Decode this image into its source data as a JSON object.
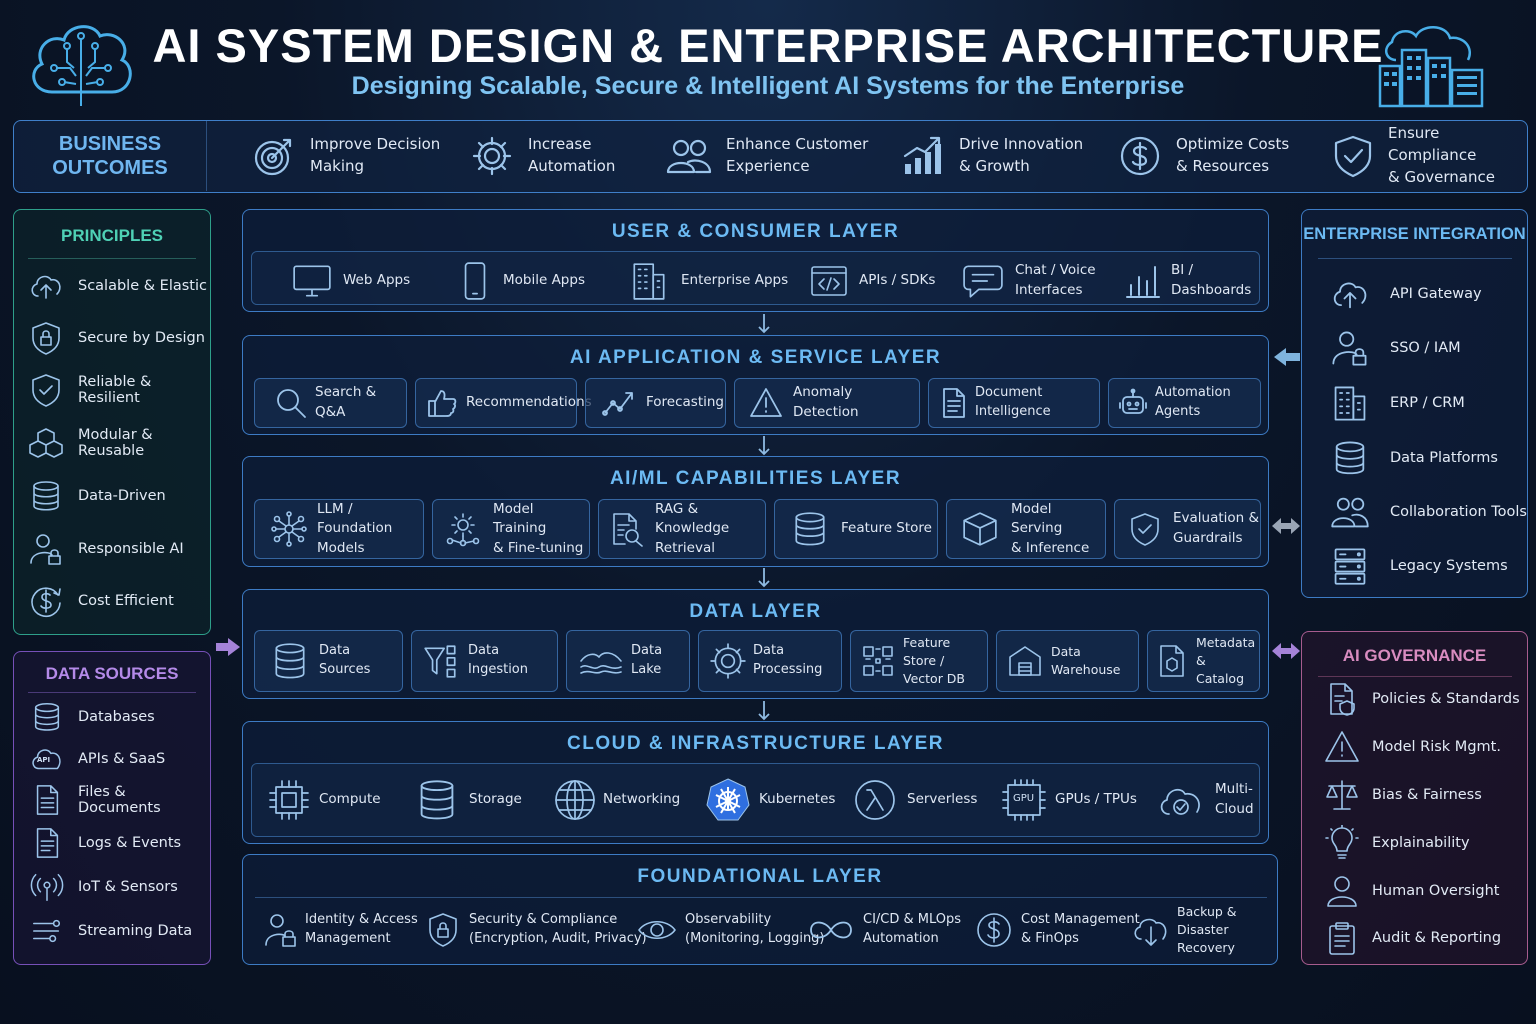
{
  "header": {
    "title": "AI SYSTEM DESIGN & ENTERPRISE ARCHITECTURE",
    "subtitle": "Designing Scalable, Secure & Intelligent AI Systems for the Enterprise"
  },
  "outcomes": {
    "label_line1": "BUSINESS",
    "label_line2": "OUTCOMES",
    "items": [
      {
        "l1": "Improve Decision",
        "l2": "Making",
        "icon": "target-icon"
      },
      {
        "l1": "Increase",
        "l2": "Automation",
        "icon": "gear-icon"
      },
      {
        "l1": "Enhance Customer",
        "l2": "Experience",
        "icon": "users-icon"
      },
      {
        "l1": "Drive Innovation",
        "l2": "& Growth",
        "icon": "growth-chart-icon"
      },
      {
        "l1": "Optimize Costs",
        "l2": "& Resources",
        "icon": "dollar-icon"
      },
      {
        "l1": "Ensure Compliance",
        "l2": "& Governance",
        "icon": "shield-check-icon"
      }
    ]
  },
  "principles": {
    "title": "PRINCIPLES",
    "items": [
      "Scalable & Elastic",
      "Secure by Design",
      "Reliable & Resilient",
      "Modular & Reusable",
      "Data-Driven",
      "Responsible AI",
      "Cost Efficient"
    ]
  },
  "data_sources": {
    "title": "DATA SOURCES",
    "items": [
      "Databases",
      "APIs & SaaS",
      "Files & Documents",
      "Logs & Events",
      "IoT & Sensors",
      "Streaming Data"
    ],
    "api_badge": "API"
  },
  "enterprise_integration": {
    "title": "ENTERPRISE INTEGRATION",
    "items": [
      "API Gateway",
      "SSO / IAM",
      "ERP / CRM",
      "Data Platforms",
      "Collaboration Tools",
      "Legacy Systems"
    ]
  },
  "ai_governance": {
    "title": "AI GOVERNANCE",
    "items": [
      "Policies & Standards",
      "Model Risk Mgmt.",
      "Bias & Fairness",
      "Explainability",
      "Human Oversight",
      "Audit & Reporting"
    ]
  },
  "layers": {
    "user": {
      "title": "USER & CONSUMER LAYER",
      "items": [
        {
          "l1": "Web Apps",
          "l2": ""
        },
        {
          "l1": "Mobile Apps",
          "l2": ""
        },
        {
          "l1": "Enterprise Apps",
          "l2": ""
        },
        {
          "l1": "APIs / SDKs",
          "l2": ""
        },
        {
          "l1": "Chat / Voice",
          "l2": "Interfaces"
        },
        {
          "l1": "BI / Dashboards",
          "l2": ""
        }
      ]
    },
    "app": {
      "title": "AI APPLICATION & SERVICE LAYER",
      "items": [
        {
          "l1": "Search & Q&A",
          "l2": ""
        },
        {
          "l1": "Recommendations",
          "l2": ""
        },
        {
          "l1": "Forecasting",
          "l2": ""
        },
        {
          "l1": "Anomaly Detection",
          "l2": ""
        },
        {
          "l1": "Document Intelligence",
          "l2": ""
        },
        {
          "l1": "Automation Agents",
          "l2": ""
        }
      ]
    },
    "ml": {
      "title": "AI/ML CAPABILITIES LAYER",
      "items": [
        {
          "l1": "LLM / Foundation",
          "l2": "Models"
        },
        {
          "l1": "Model Training",
          "l2": "& Fine-tuning"
        },
        {
          "l1": "RAG & Knowledge",
          "l2": "Retrieval"
        },
        {
          "l1": "Feature Store",
          "l2": ""
        },
        {
          "l1": "Model Serving",
          "l2": "& Inference"
        },
        {
          "l1": "Evaluation &",
          "l2": "Guardrails"
        }
      ]
    },
    "data": {
      "title": "DATA LAYER",
      "items": [
        {
          "l1": "Data Sources",
          "l2": ""
        },
        {
          "l1": "Data Ingestion",
          "l2": ""
        },
        {
          "l1": "Data Lake",
          "l2": ""
        },
        {
          "l1": "Data Processing",
          "l2": ""
        },
        {
          "l1": "Feature Store /",
          "l2": "Vector DB"
        },
        {
          "l1": "Data Warehouse",
          "l2": ""
        },
        {
          "l1": "Metadata &",
          "l2": "Catalog"
        }
      ]
    },
    "cloud": {
      "title": "CLOUD & INFRASTRUCTURE LAYER",
      "gpu_badge": "GPU",
      "items": [
        {
          "l1": "Compute",
          "l2": ""
        },
        {
          "l1": "Storage",
          "l2": ""
        },
        {
          "l1": "Networking",
          "l2": ""
        },
        {
          "l1": "Kubernetes",
          "l2": ""
        },
        {
          "l1": "Serverless",
          "l2": ""
        },
        {
          "l1": "GPUs / TPUs",
          "l2": ""
        },
        {
          "l1": "Multi-",
          "l2": "Cloud"
        }
      ]
    },
    "foundation": {
      "title": "FOUNDATIONAL LAYER",
      "items": [
        {
          "l1": "Identity & Access",
          "l2": "Management"
        },
        {
          "l1": "Security & Compliance",
          "l2": "(Encryption, Audit, Privacy)"
        },
        {
          "l1": "Observability",
          "l2": "(Monitoring, Logging)"
        },
        {
          "l1": "CI/CD & MLOps",
          "l2": "Automation"
        },
        {
          "l1": "Cost Management",
          "l2": "& FinOps"
        },
        {
          "l1": "Backup & Disaster",
          "l2": "Recovery"
        }
      ]
    }
  },
  "colors": {
    "principles_accent": "#4fd1b5",
    "data_sources_accent": "#b48ae8",
    "integration_accent": "#6cbaf3",
    "governance_accent": "#d98cc0",
    "layer_accent": "#6cbaf3"
  }
}
